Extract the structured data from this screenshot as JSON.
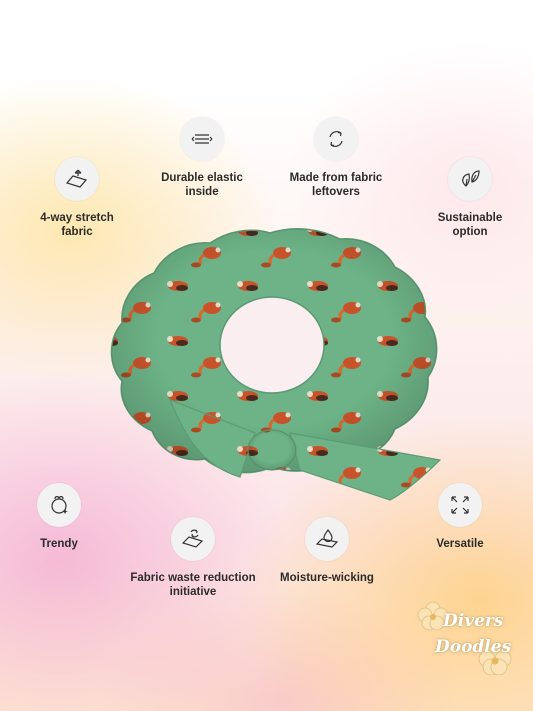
{
  "features": [
    {
      "key": "stretch",
      "label": "4-way stretch\nfabric",
      "icon": "stretch-fabric-icon"
    },
    {
      "key": "elastic",
      "label": "Durable elastic\ninside",
      "icon": "elastic-icon"
    },
    {
      "key": "leftovers",
      "label": "Made from fabric\nleftovers",
      "icon": "recycle-icon"
    },
    {
      "key": "sustainable",
      "label": "Sustainable\noption",
      "icon": "leaf-icon"
    },
    {
      "key": "trendy",
      "label": "Trendy",
      "icon": "trendy-icon"
    },
    {
      "key": "waste",
      "label": "Fabric waste reduction\ninitiative",
      "icon": "waste-reduction-icon"
    },
    {
      "key": "moisture",
      "label": "Moisture-wicking",
      "icon": "water-drop-icon"
    },
    {
      "key": "versatile",
      "label": "Versatile",
      "icon": "arrows-expand-icon"
    }
  ],
  "product": {
    "fabric_color": "#6db387",
    "pattern": "red-panda"
  },
  "watermark": {
    "line1": "Divers",
    "line2": "Doodles"
  }
}
